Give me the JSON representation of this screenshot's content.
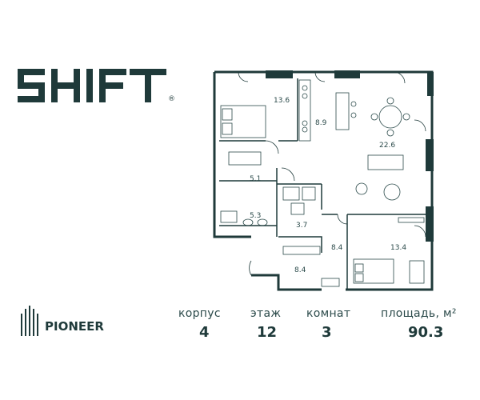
{
  "brand": {
    "project_name": "SHIFT",
    "developer_name": "PIONEER",
    "registered_mark": "®",
    "color": "#1f3a3a"
  },
  "apartment": {
    "labels": {
      "building": "корпус",
      "floor": "этаж",
      "rooms": "комнат",
      "area": "площадь, м²"
    },
    "values": {
      "building": "4",
      "floor": "12",
      "rooms": "3",
      "area": "90.3"
    }
  },
  "floor_plan": {
    "room_areas": {
      "bedroom_left": "13.6",
      "kitchen": "8.9",
      "living_room": "22.6",
      "wardrobe": "5.1",
      "bathroom_left": "5.3",
      "toilet": "3.7",
      "bedroom_right": "13.4",
      "corridor": "8.4",
      "hall": "8.4"
    }
  }
}
